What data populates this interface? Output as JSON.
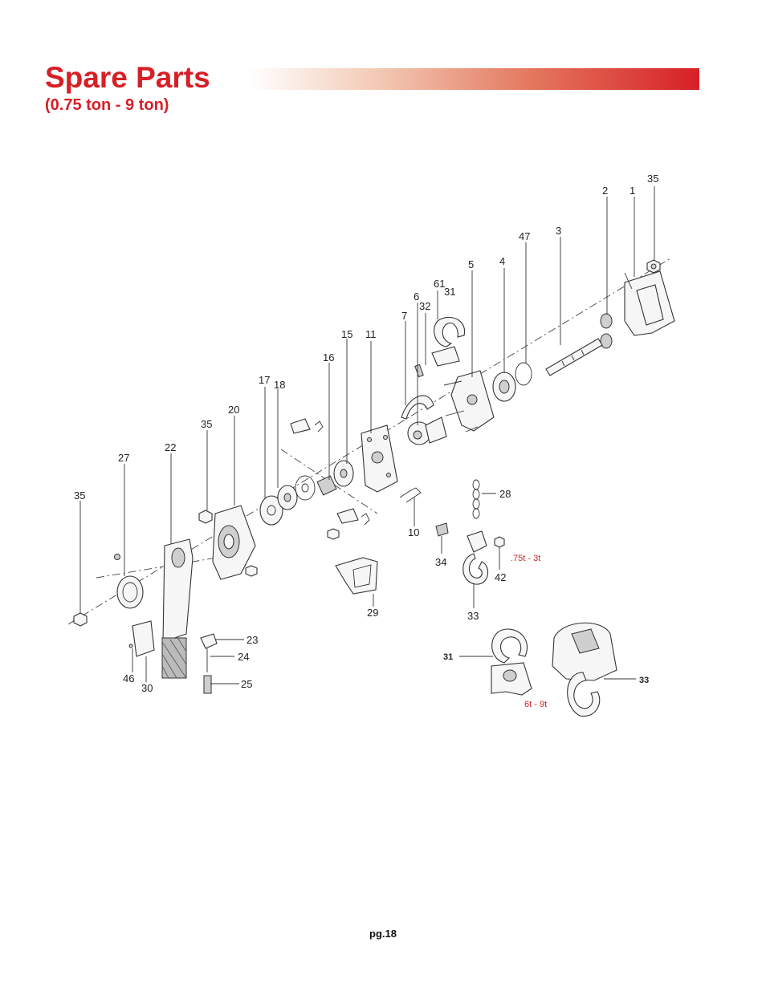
{
  "header": {
    "title": "Spare Parts",
    "subtitle": "(0.75 ton - 9 ton)",
    "accent_color": "#d71f26"
  },
  "diagram": {
    "part_labels": [
      "1",
      "2",
      "3",
      "4",
      "5",
      "6",
      "7",
      "10",
      "11",
      "15",
      "16",
      "17",
      "18",
      "20",
      "22",
      "23",
      "24",
      "25",
      "27",
      "28",
      "29",
      "30",
      "31",
      "32",
      "33",
      "34",
      "35",
      "42",
      "46",
      "47",
      "61"
    ],
    "variant_small": ".75t - 3t",
    "variant_large": "6t - 9t",
    "callout_31": "31",
    "callout_33": "33"
  },
  "footer": {
    "page_number": "pg.18"
  }
}
